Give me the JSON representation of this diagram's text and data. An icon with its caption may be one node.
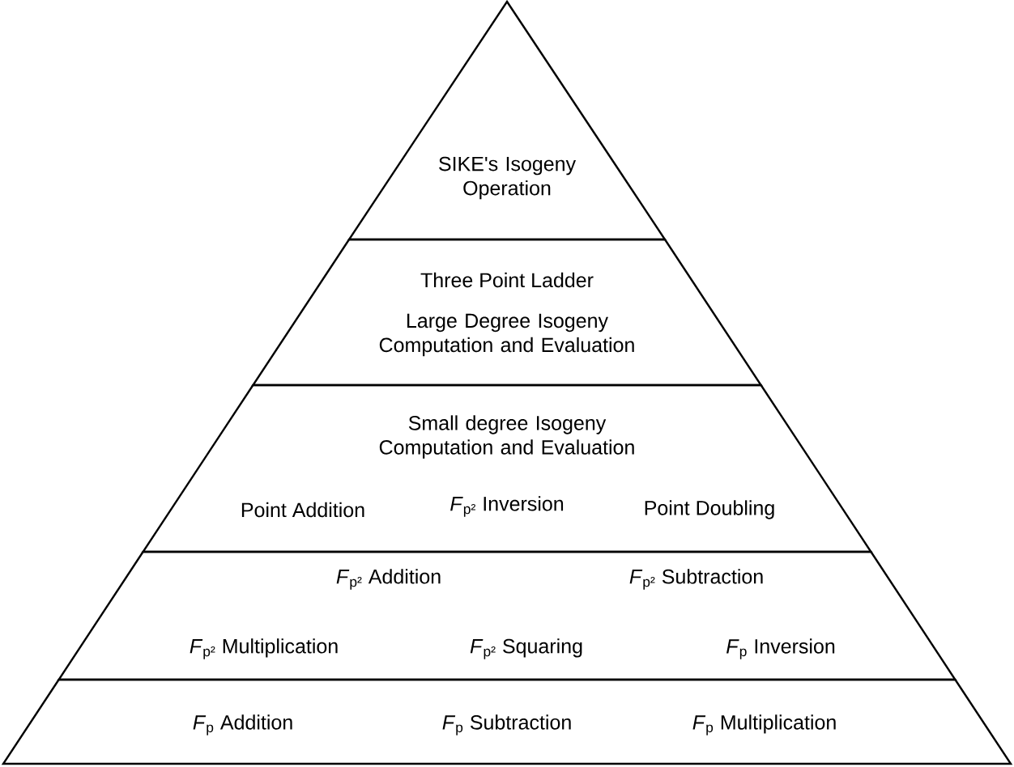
{
  "diagram": {
    "nodes": [
      {
        "text": [
          "SIKE's Isogeny Operation"
        ]
      },
      {
        "text": [
          "Three Point Ladder",
          "Large Degree Isogeny Computation and Evaluation"
        ]
      },
      {
        "text": [
          "Small degree Isogeny Computation and Evaluation",
          "Point Addition",
          "*F*$_{p²}$ Inversion",
          "Point Doubling"
        ]
      },
      {
        "text": [
          "*F*$_{p²}$ Addition",
          "*F*$_{p²}$ Subtraction",
          "*F*$_{p²}$ Multiplication",
          "*F*$_{p²}$ Squaring",
          "*F*$_{p}$ Inversion"
        ]
      },
      {
        "text": [
          "*F*$_{p}$ Addition",
          "*F*$_{p}$ Subtraction",
          "*F*$_{p}$ Multiplication"
        ]
      }
    ]
  }
}
